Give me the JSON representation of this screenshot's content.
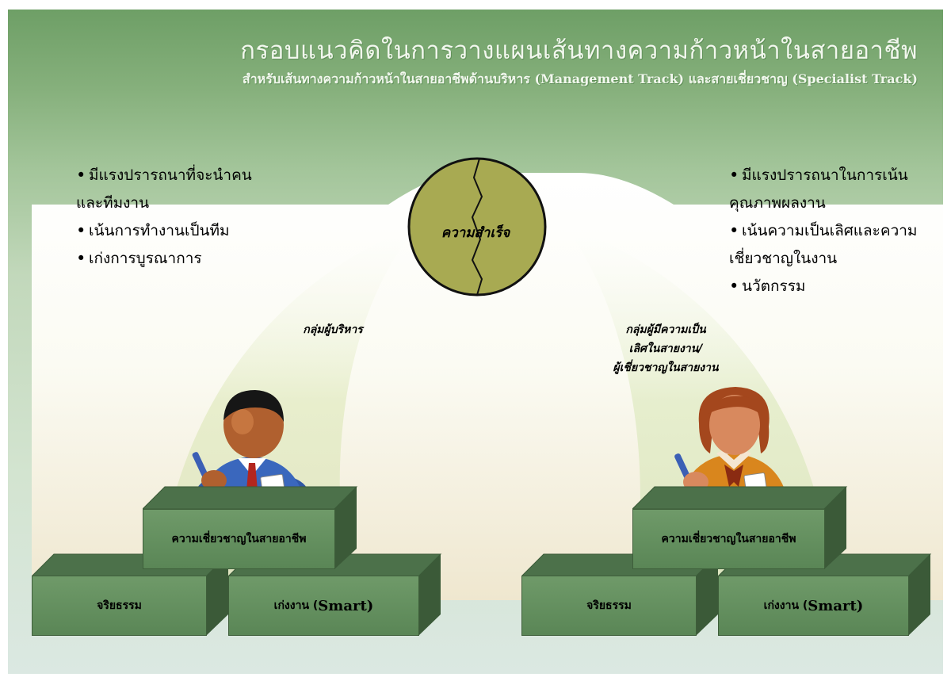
{
  "title": "กรอบแนวคิดในการวางแผนเส้นทางความก้าวหน้าในสายอาชีพ",
  "subtitle": "สำหรับเส้นทางความก้าวหน้าในสายอาชีพด้านบริหาร (Management Track) และสายเชี่ยวชาญ (Specialist Track)",
  "success": "ความสำเร็จ",
  "left": {
    "bullets": [
      {
        "text": "มีแรงปรารถนาที่จะนำคน",
        "continued": false
      },
      {
        "text": "และทีมงาน",
        "continued": true
      },
      {
        "text": "เน้นการทำงานเป็นทีม",
        "continued": false
      },
      {
        "text": "เก่งการบูรณาการ",
        "continued": false
      }
    ],
    "group_label": "กลุ่มผู้บริหาร",
    "top_box": "ความเชี่ยวชาญในสายอาชีพ",
    "bottom_left": "จริยธรรม",
    "bottom_right_prefix": "เก่งงาน (",
    "bottom_right_smart": "Smart)"
  },
  "right": {
    "bullets": [
      {
        "text": "มีแรงปรารถนาในการเน้น",
        "continued": false
      },
      {
        "text": "คุณภาพผลงาน",
        "continued": true
      },
      {
        "text": "เน้นความเป็นเลิศและความ",
        "continued": false
      },
      {
        "text": "เชี่ยวชาญในงาน",
        "continued": true
      },
      {
        "text": "นวัตกรรม",
        "continued": false
      }
    ],
    "group_label_lines": [
      "กลุ่มผู้มีความเป็น",
      "เลิศในสายงาน/",
      "ผู้เชี่ยวชาญในสายงาน"
    ],
    "top_box": "ความเชี่ยวชาญในสายอาชีพ",
    "bottom_left": "จริยธรรม",
    "bottom_right_prefix": "เก่งงาน (",
    "bottom_right_smart": "Smart)"
  },
  "colors": {
    "circle": "#a8aa52",
    "box": "#5f8a5a",
    "box_top": "#4a6e46",
    "background_top": "#6e9f66"
  },
  "icons": {
    "manager": "businessman-icon",
    "specialist": "businesswoman-icon"
  }
}
